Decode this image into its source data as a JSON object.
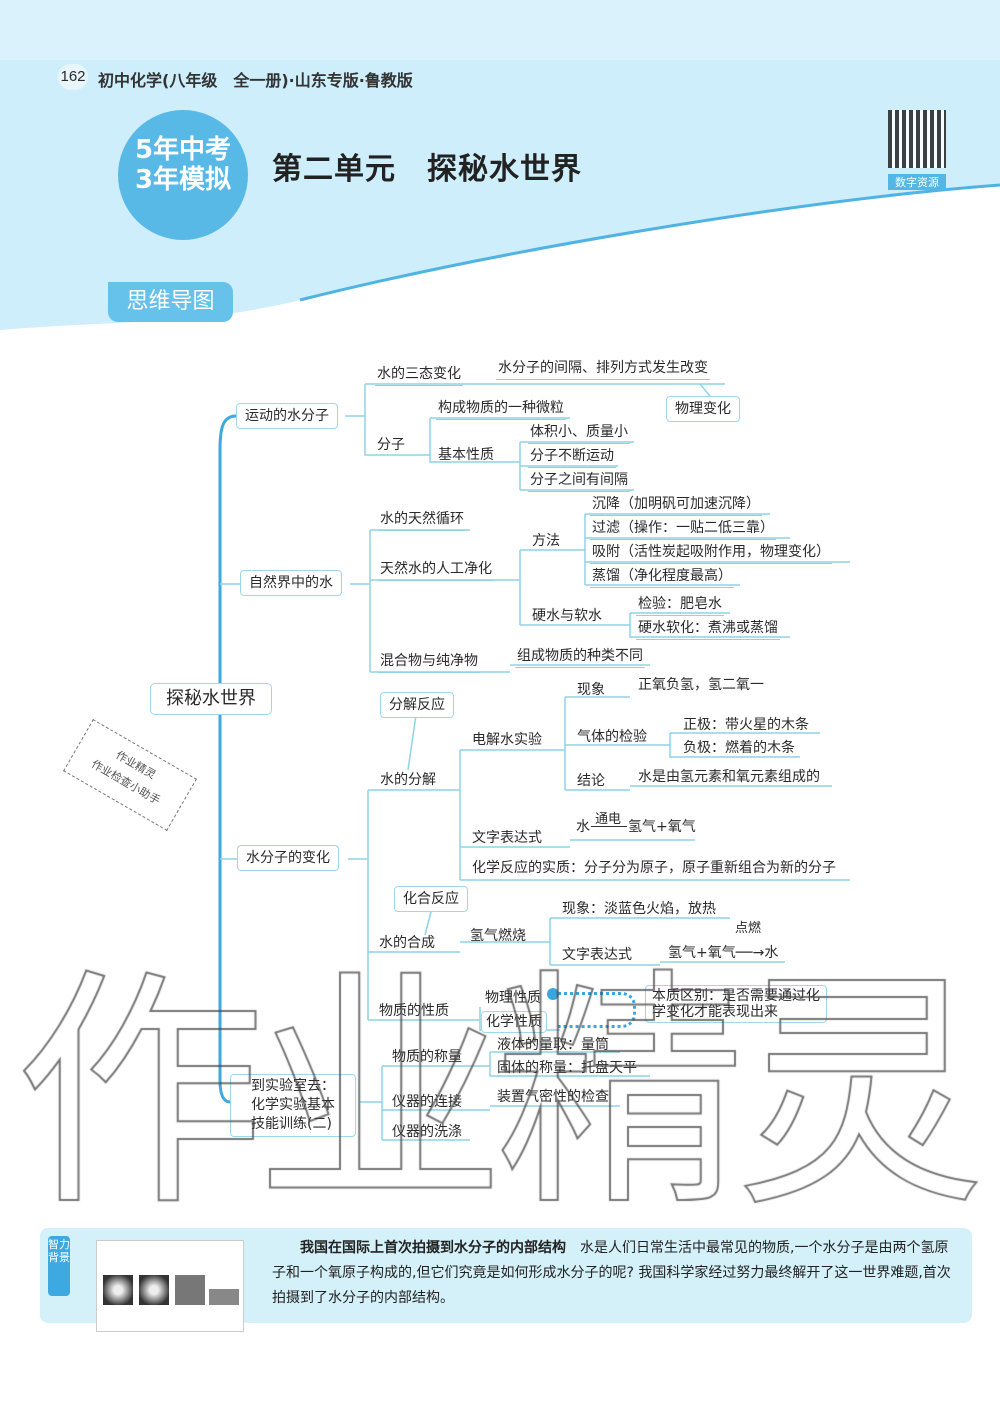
{
  "header": {
    "page_number": "162",
    "book_title": "初中化学(八年级　全一册)·山东专版·鲁教版",
    "logo_lines": [
      "5年中考",
      "3年模拟"
    ],
    "unit_title": "第二单元　探秘水世界",
    "qr_label": "数字资源",
    "section_tag": "思维导图"
  },
  "colors": {
    "accent": "#58b9e6",
    "line": "#8fd3e6",
    "band": "#cdeefa"
  },
  "mindmap": {
    "root": "探秘水世界",
    "b1": {
      "label": "运动的水分子",
      "s1": "水的三态变化",
      "s1a": "水分子的间隔、排列方式发生改变",
      "s1tag": "物理变化",
      "s2": "分子",
      "s2a": "构成物质的一种微粒",
      "s2b": "基本性质",
      "props": [
        "体积小、质量小",
        "分子不断运动",
        "分子之间有间隔"
      ]
    },
    "b2": {
      "label": "自然界中的水",
      "s1": "水的天然循环",
      "s2": "天然水的人工净化",
      "method": "方法",
      "methods": [
        "沉降（加明矾可加速沉降）",
        "过滤（操作：一贴二低三靠）",
        "吸附（活性炭起吸附作用，物理变化）",
        "蒸馏（净化程度最高）"
      ],
      "hard": "硬水与软水",
      "hard_items": [
        "检验：肥皂水",
        "硬水软化：煮沸或蒸馏"
      ],
      "s3": "混合物与纯净物",
      "s3a": "组成物质的种类不同"
    },
    "b3": {
      "label": "水分子的变化",
      "decomp_tag": "分解反应",
      "decomp": "水的分解",
      "exp": "电解水实验",
      "phen": "现象",
      "phen_a": "正氧负氢，氢二氧一",
      "test": "气体的检验",
      "test_items": [
        "正极：带火星的木条",
        "负极：燃着的木条"
      ],
      "concl": "结论",
      "concl_a": "水是由氢元素和氧元素组成的",
      "expr": "文字表达式",
      "expr_left": "水",
      "expr_cond": "通电",
      "expr_right": "氢气+氧气",
      "essence": "化学反应的实质：分子分为原子，原子重新组合为新的分子",
      "synth_tag": "化合反应",
      "synth": "水的合成",
      "burn": "氢气燃烧",
      "burn_phen": "现象：淡蓝色火焰，放热",
      "burn_expr": "文字表达式",
      "burn_cond": "点燃",
      "burn_eq": "氢气+氧气──→水",
      "prop": "物质的性质",
      "phys": "物理性质",
      "chem": "化学性质",
      "diff": [
        "本质区别：是否需要通过化",
        "学变化才能表现出来"
      ]
    },
    "b4": {
      "label": [
        "到实验室去：",
        "化学实验基本",
        "技能训练(二)"
      ],
      "s1": "物质的称量",
      "s1_items": [
        "液体的量取：量筒",
        "固体的称量：托盘天平"
      ],
      "s2": "仪器的连接",
      "s2a": "装置气密性的检查",
      "s3": "仪器的洗涤"
    }
  },
  "watermark": "作业精灵",
  "stamp": [
    "作业精灵",
    "作业检查小助手"
  ],
  "info": {
    "tag": "智力背景",
    "heading": "我国在国际上首次拍摄到水分子的内部结构",
    "body": "水是人们日常生活中最常见的物质,一个水分子是由两个氢原子和一个氧原子构成的,但它们究竟是如何形成水分子的呢? 我国科学家经过努力最终解开了这一世界难题,首次拍摄到了水分子的内部结构。"
  }
}
